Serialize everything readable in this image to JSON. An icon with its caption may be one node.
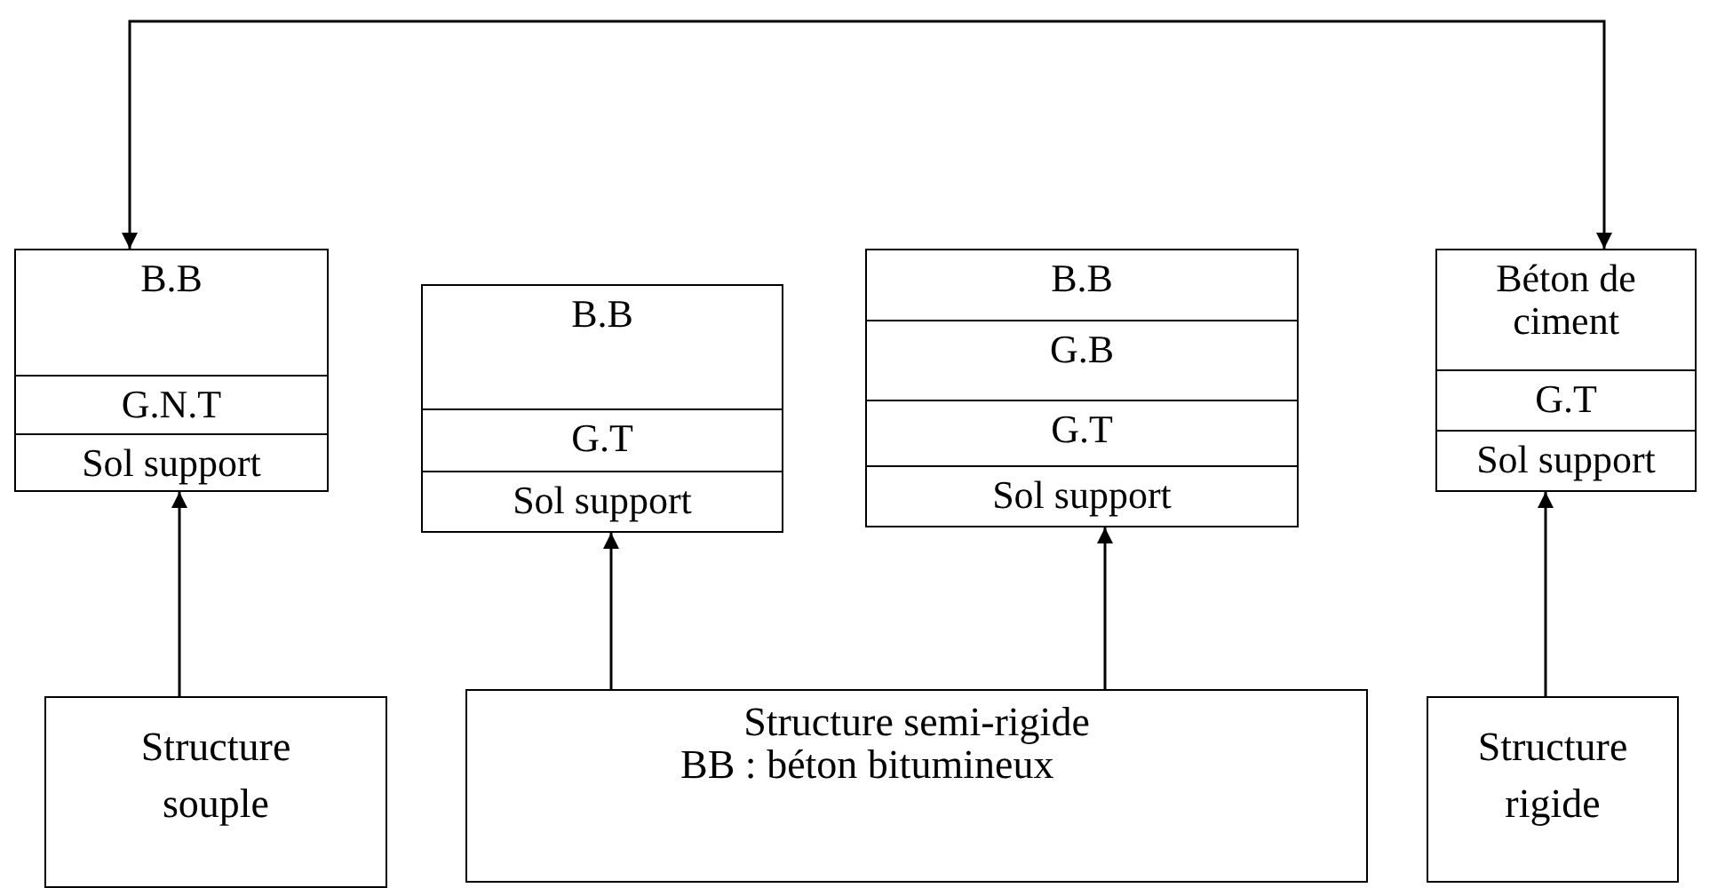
{
  "diagram": {
    "nodes": [
      {
        "text": [],
        "shape": "box"
      },
      {
        "text": [
          "B.B"
        ],
        "in": 0
      },
      {
        "text": [
          "G.N.T"
        ],
        "in": 0
      },
      {
        "text": [
          "Sol support"
        ],
        "in": 0
      },
      {
        "text": [],
        "shape": "box"
      },
      {
        "text": [
          "B.B"
        ],
        "in": 4
      },
      {
        "text": [
          "G.T"
        ],
        "in": 4
      },
      {
        "text": [
          "Sol support"
        ],
        "in": 4
      },
      {
        "text": [],
        "shape": "box"
      },
      {
        "text": [
          "B.B"
        ],
        "in": 8
      },
      {
        "text": [
          "G.B"
        ],
        "in": 8
      },
      {
        "text": [
          "G.T"
        ],
        "in": 8
      },
      {
        "text": [
          "Sol support"
        ],
        "in": 8
      },
      {
        "text": [],
        "shape": "box"
      },
      {
        "text": [
          "Béton de ciment"
        ],
        "in": 13
      },
      {
        "text": [
          "G.T"
        ],
        "in": 13
      },
      {
        "text": [
          "Sol support"
        ],
        "in": 13
      },
      {
        "text": [
          "Structure souple"
        ]
      },
      {
        "text": [
          "Structure semi-rigide",
          "BB : béton bitumineux"
        ]
      },
      {
        "text": [
          "Structure rigide"
        ]
      }
    ],
    "edges": [
      {
        "from": 0,
        "to": 13,
        "arrow": "both"
      },
      {
        "from": 17,
        "to": 0,
        "arrow": "to"
      },
      {
        "from": 18,
        "to": 4,
        "arrow": "to"
      },
      {
        "from": 18,
        "to": 8,
        "arrow": "to"
      },
      {
        "from": 19,
        "to": 13,
        "arrow": "to"
      }
    ]
  }
}
